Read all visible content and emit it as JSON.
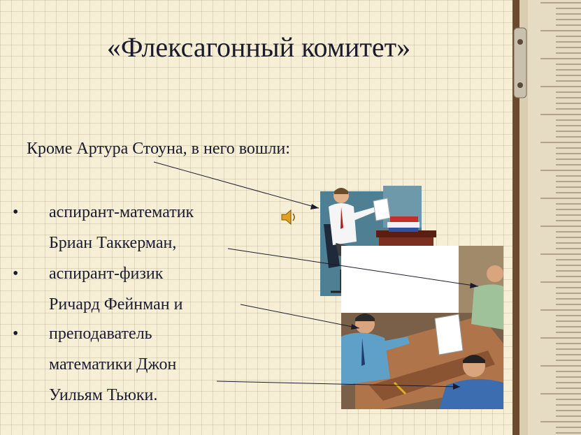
{
  "slide": {
    "title": "«Флексагонный комитет»",
    "intro": "Кроме Артура Стоуна, в него вошли:",
    "bullets": [
      {
        "lines": [
          "аспирант-математик",
          "Бриан Таккерман,"
        ]
      },
      {
        "lines": [
          "аспирант-физик",
          "Ричард Фейнман и"
        ]
      },
      {
        "lines": [
          "преподаватель",
          "математики Джон",
          "Уильям Тьюки."
        ]
      }
    ]
  },
  "colors": {
    "background": "#f6efd6",
    "text": "#1b1b2e",
    "ruler": "#d9cdb2",
    "ruler_edge": "#6b4a2e"
  },
  "icons": {
    "audio": "speaker-icon"
  }
}
